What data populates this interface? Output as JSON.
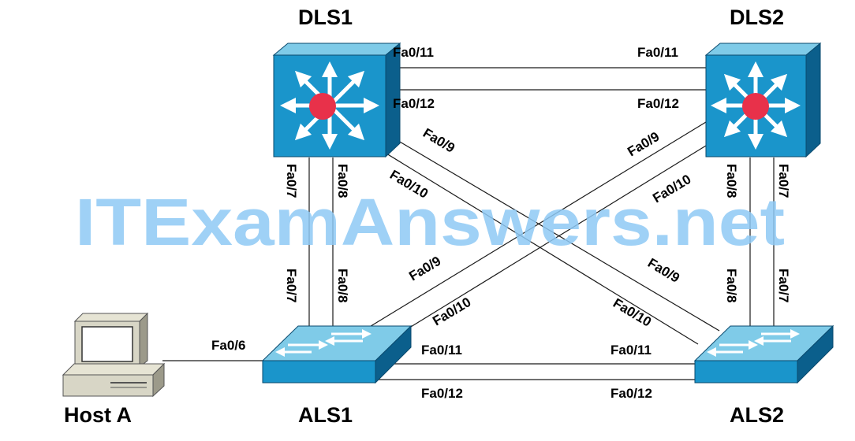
{
  "watermark": "ITExamAnswers.net",
  "devices": {
    "dls1": "DLS1",
    "dls2": "DLS2",
    "als1": "ALS1",
    "als2": "ALS2",
    "host_a": "Host A"
  },
  "ports": {
    "dls1_fa011": "Fa0/11",
    "dls2_fa011": "Fa0/11",
    "dls1_fa012": "Fa0/12",
    "dls2_fa012": "Fa0/12",
    "dls1_fa09": "Fa0/9",
    "dls1_fa010": "Fa0/10",
    "dls2_fa09": "Fa0/9",
    "dls2_fa010": "Fa0/10",
    "dls1_fa07": "Fa0/7",
    "dls1_fa08": "Fa0/8",
    "dls2_fa08": "Fa0/8",
    "dls2_fa07": "Fa0/7",
    "als1_fa07": "Fa0/7",
    "als1_fa08": "Fa0/8",
    "als2_fa08": "Fa0/8",
    "als2_fa07": "Fa0/7",
    "als1_fa09": "Fa0/9",
    "als1_fa010": "Fa0/10",
    "als2_fa09": "Fa0/9",
    "als2_fa010": "Fa0/10",
    "als1_fa06": "Fa0/6",
    "als1_fa011": "Fa0/11",
    "als2_fa011": "Fa0/11",
    "als1_fa012": "Fa0/12",
    "als2_fa012": "Fa0/12"
  },
  "colors": {
    "switch_front": "#1a95cb",
    "switch_top": "#7fcbe8",
    "switch_side": "#0b5f8c",
    "router_core": "#e8314a",
    "watermark": "#8ec9f5"
  },
  "icons": {
    "dls1": "multilayer-switch-icon",
    "dls2": "multilayer-switch-icon",
    "als1": "workgroup-switch-icon",
    "als2": "workgroup-switch-icon",
    "host_a": "pc-icon"
  }
}
